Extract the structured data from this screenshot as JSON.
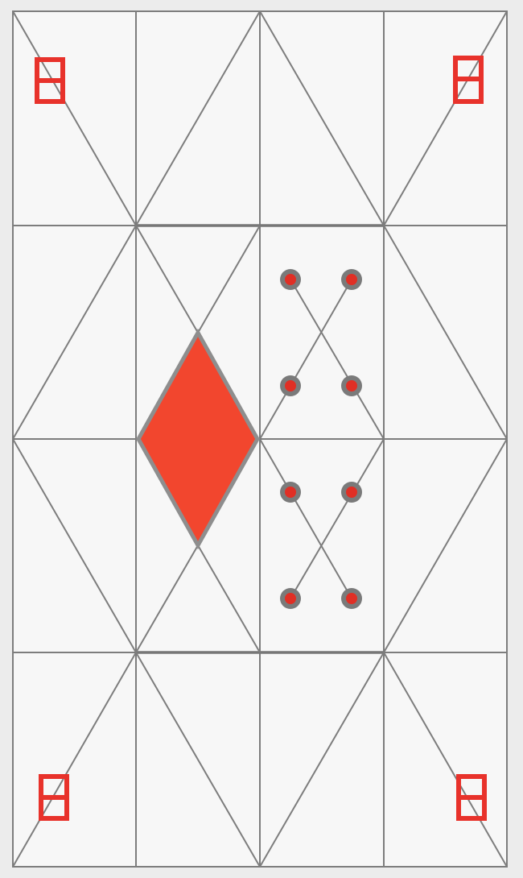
{
  "card": {
    "name": "diamond-card",
    "grid_columns": 4,
    "grid_rows": 4
  },
  "colors": {
    "background": "#ececec",
    "paper": "#f7f7f7",
    "line": "#7d7d7d",
    "suit_red": "#f2462e",
    "suit_outline": "#8e8e8e",
    "corner_mark": "#e8322b",
    "pip_ring": "#7a7a7a",
    "pip_core": "#e02f25"
  },
  "icons": {
    "large_suit": "diamond-icon",
    "corner_marks": "corner-rank-icon",
    "pips": "pip-dot-icon"
  },
  "pips": {
    "count": 8
  }
}
